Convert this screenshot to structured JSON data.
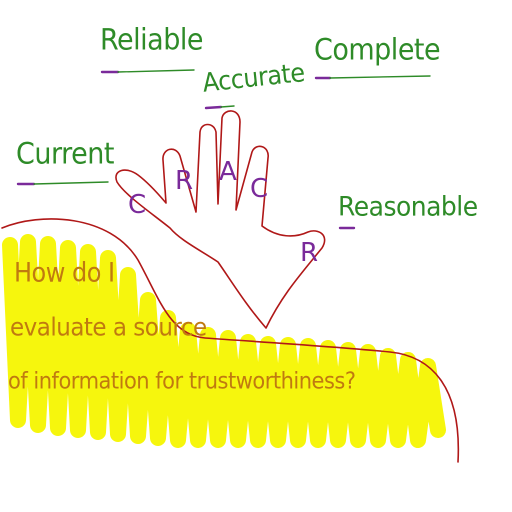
{
  "criteria": {
    "current": "Current",
    "reliable": "Reliable",
    "accurate": "Accurate",
    "complete": "Complete",
    "reasonable": "Reasonable"
  },
  "fingers": {
    "c": "C",
    "r1": "R",
    "a": "A",
    "c2": "C",
    "r2": "R"
  },
  "question": {
    "line1": "How do I",
    "line2": "evaluate a source",
    "line3": "of information for trustworthiness?"
  },
  "colors": {
    "green": "#2e8b28",
    "purple": "#7a2a9a",
    "red_outline": "#b01818",
    "highlight": "#f5f500",
    "question_text": "#c07a10"
  }
}
